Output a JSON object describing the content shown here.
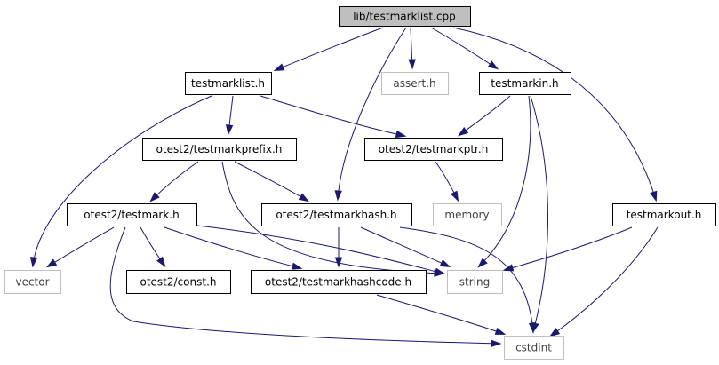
{
  "diagram": {
    "colors": {
      "edge": "#191970",
      "root_fill": "#bfbfbf",
      "node_border": "#000000",
      "external_border": "#bfbfbf",
      "external_text": "#404040",
      "text": "#000000"
    },
    "nodes": [
      {
        "id": "root",
        "label": "lib/testmarklist.cpp",
        "kind": "root"
      },
      {
        "id": "testmarklist_h",
        "label": "testmarklist.h",
        "kind": "local"
      },
      {
        "id": "assert_h",
        "label": "assert.h",
        "kind": "external"
      },
      {
        "id": "testmarkin_h",
        "label": "testmarkin.h",
        "kind": "local"
      },
      {
        "id": "testmarkprefix_h",
        "label": "otest2/testmarkprefix.h",
        "kind": "local"
      },
      {
        "id": "testmarkptr_h",
        "label": "otest2/testmarkptr.h",
        "kind": "local"
      },
      {
        "id": "testmark_h",
        "label": "otest2/testmark.h",
        "kind": "local"
      },
      {
        "id": "testmarkhash_h",
        "label": "otest2/testmarkhash.h",
        "kind": "local"
      },
      {
        "id": "memory",
        "label": "memory",
        "kind": "external"
      },
      {
        "id": "testmarkout_h",
        "label": "testmarkout.h",
        "kind": "local"
      },
      {
        "id": "vector",
        "label": "vector",
        "kind": "external"
      },
      {
        "id": "const_h",
        "label": "otest2/const.h",
        "kind": "local"
      },
      {
        "id": "testmarkhashcode_h",
        "label": "otest2/testmarkhashcode.h",
        "kind": "local"
      },
      {
        "id": "string",
        "label": "string",
        "kind": "external"
      },
      {
        "id": "cstdint",
        "label": "cstdint",
        "kind": "external"
      }
    ],
    "edges": [
      {
        "from": "root",
        "to": "testmarklist_h"
      },
      {
        "from": "root",
        "to": "assert_h"
      },
      {
        "from": "root",
        "to": "testmarkin_h"
      },
      {
        "from": "root",
        "to": "testmarkhash_h"
      },
      {
        "from": "root",
        "to": "testmarkout_h"
      },
      {
        "from": "testmarklist_h",
        "to": "testmarkprefix_h"
      },
      {
        "from": "testmarklist_h",
        "to": "testmarkptr_h"
      },
      {
        "from": "testmarklist_h",
        "to": "vector"
      },
      {
        "from": "testmarkin_h",
        "to": "testmarkptr_h"
      },
      {
        "from": "testmarkin_h",
        "to": "string"
      },
      {
        "from": "testmarkin_h",
        "to": "cstdint"
      },
      {
        "from": "testmarkprefix_h",
        "to": "testmark_h"
      },
      {
        "from": "testmarkprefix_h",
        "to": "testmarkhash_h"
      },
      {
        "from": "testmarkprefix_h",
        "to": "string"
      },
      {
        "from": "testmarkptr_h",
        "to": "memory"
      },
      {
        "from": "testmark_h",
        "to": "vector"
      },
      {
        "from": "testmark_h",
        "to": "const_h"
      },
      {
        "from": "testmark_h",
        "to": "testmarkhashcode_h"
      },
      {
        "from": "testmark_h",
        "to": "string"
      },
      {
        "from": "testmark_h",
        "to": "cstdint"
      },
      {
        "from": "testmarkhash_h",
        "to": "testmarkhashcode_h"
      },
      {
        "from": "testmarkhash_h",
        "to": "string"
      },
      {
        "from": "testmarkhash_h",
        "to": "cstdint"
      },
      {
        "from": "testmarkhashcode_h",
        "to": "cstdint"
      },
      {
        "from": "testmarkout_h",
        "to": "string"
      },
      {
        "from": "testmarkout_h",
        "to": "cstdint"
      }
    ]
  }
}
